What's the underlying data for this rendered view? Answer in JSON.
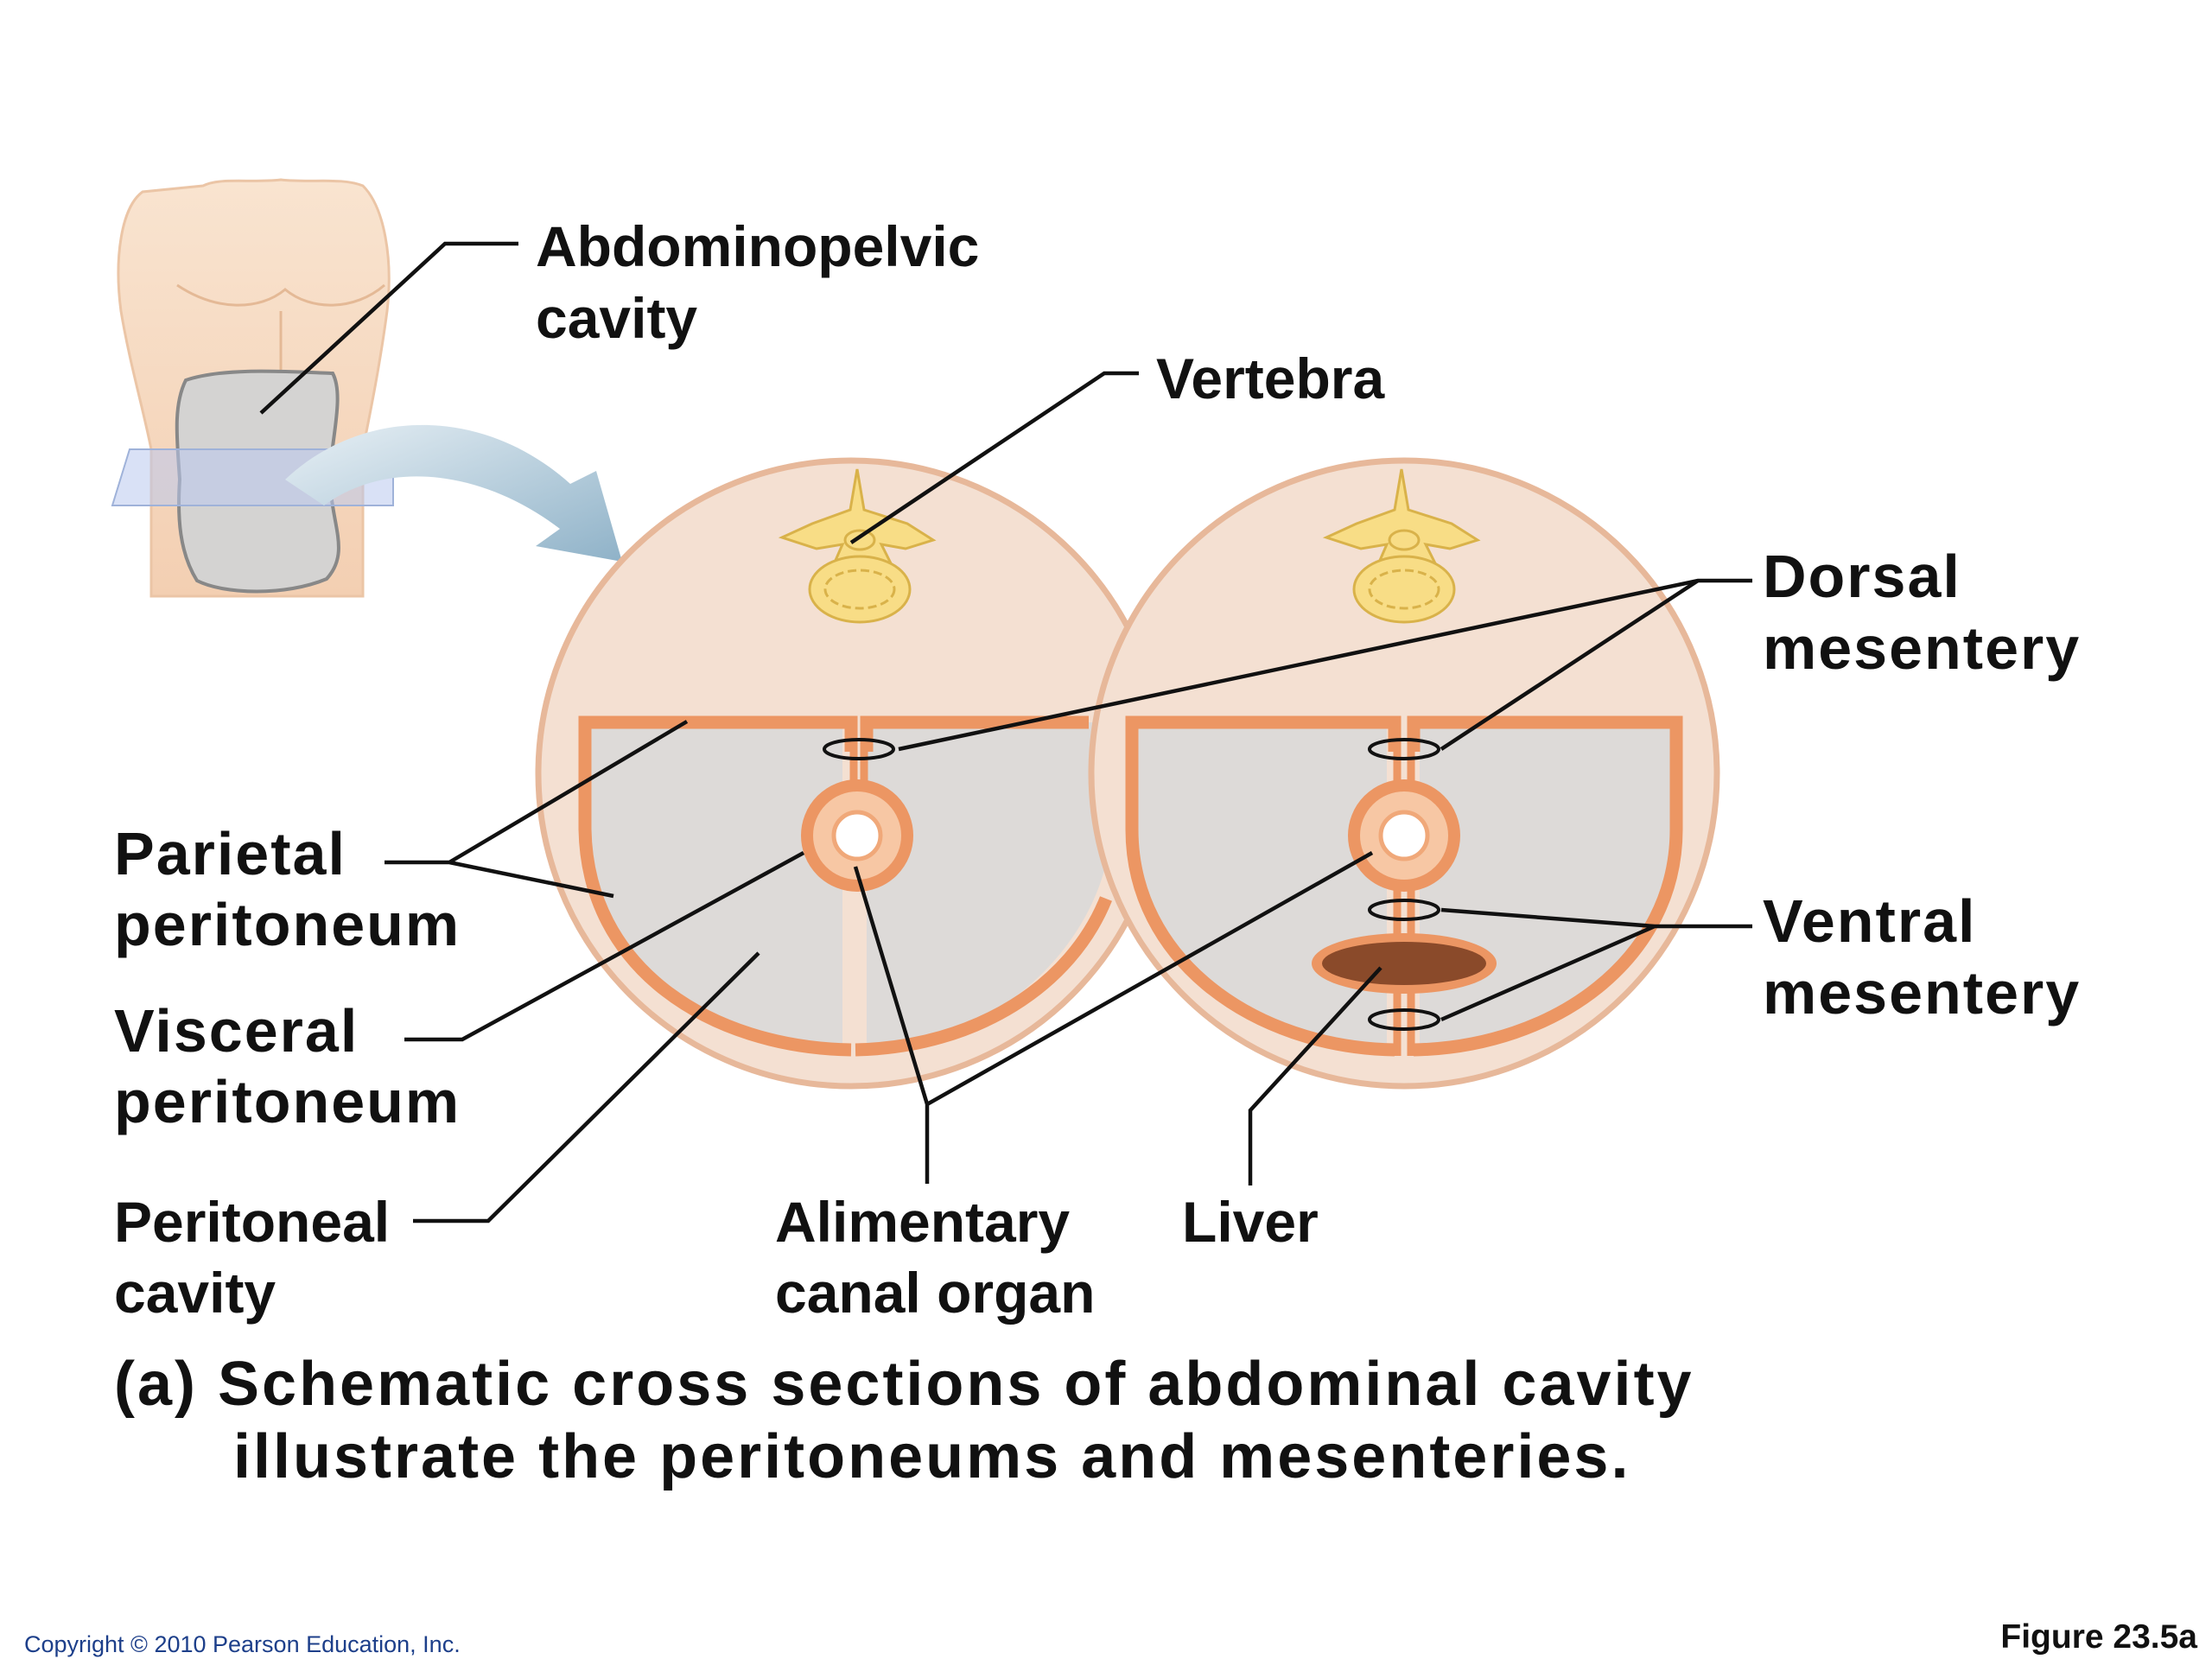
{
  "labels": {
    "abdominopelvic": [
      "Abdominopelvic",
      "cavity"
    ],
    "vertebra": "Vertebra",
    "dorsal_mesentery": [
      "Dorsal",
      "mesentery"
    ],
    "ventral_mesentery": [
      "Ventral",
      "mesentery"
    ],
    "parietal_peritoneum": [
      "Parietal",
      "peritoneum"
    ],
    "visceral_peritoneum": [
      "Visceral",
      "peritoneum"
    ],
    "peritoneal_cavity": [
      "Peritoneal",
      "cavity"
    ],
    "alimentary_canal_organ": [
      "Alimentary",
      "canal organ"
    ],
    "liver": "Liver"
  },
  "caption": {
    "line1": "(a) Schematic cross sections of abdominal cavity",
    "line2": "illustrate the peritoneums and mesenteries."
  },
  "footer": {
    "copyright": "Copyright © 2010 Pearson Education, Inc.",
    "figure": "Figure 23.5a"
  },
  "colors": {
    "skin": "#f6dcc4",
    "section_fill": "#f4e0d2",
    "section_rim": "#e7b89a",
    "membrane": "#ec9663",
    "cavity_gray": "#dddad8",
    "bone": "#f8dd86",
    "bone_outline": "#d9b24a",
    "liver": "#8a4a2a",
    "arrow": "#a9c4d6",
    "plane": "#b9c9ee"
  }
}
